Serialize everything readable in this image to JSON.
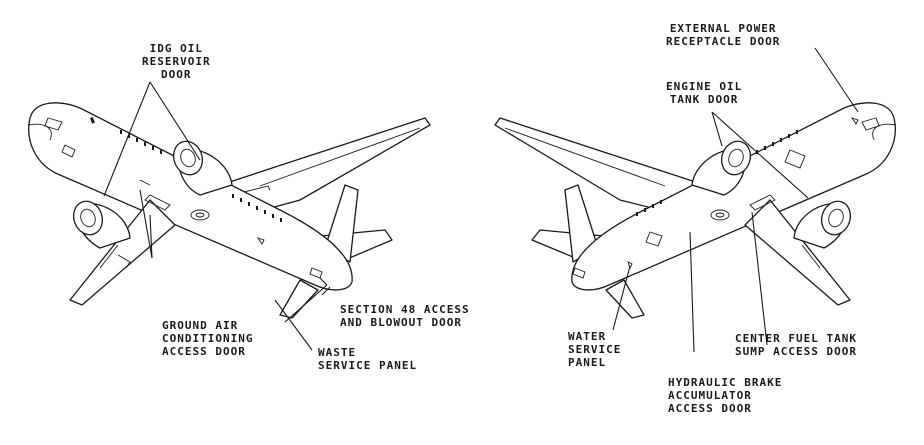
{
  "left_view": {
    "labels": {
      "idg_oil_reservoir_door": "IDG OIL\nRESERVOIR\nDOOR",
      "ground_air_conditioning_access_door": "GROUND AIR\nCONDITIONING\nACCESS DOOR",
      "section_48_access_and_blowout_door": "SECTION 48 ACCESS\nAND BLOWOUT DOOR",
      "waste_service_panel": "WASTE\nSERVICE PANEL"
    }
  },
  "right_view": {
    "labels": {
      "external_power_receptacle_door": "EXTERNAL POWER\nRECEPTACLE DOOR",
      "engine_oil_tank_door": "ENGINE OIL\nTANK DOOR",
      "water_service_panel": "WATER\nSERVICE\nPANEL",
      "center_fuel_tank_sump_access_door": "CENTER FUEL TANK\nSUMP ACCESS DOOR",
      "hydraulic_brake_accumulator_access_door": "HYDRAULIC BRAKE\nACCUMULATOR\nACCESS DOOR"
    }
  }
}
